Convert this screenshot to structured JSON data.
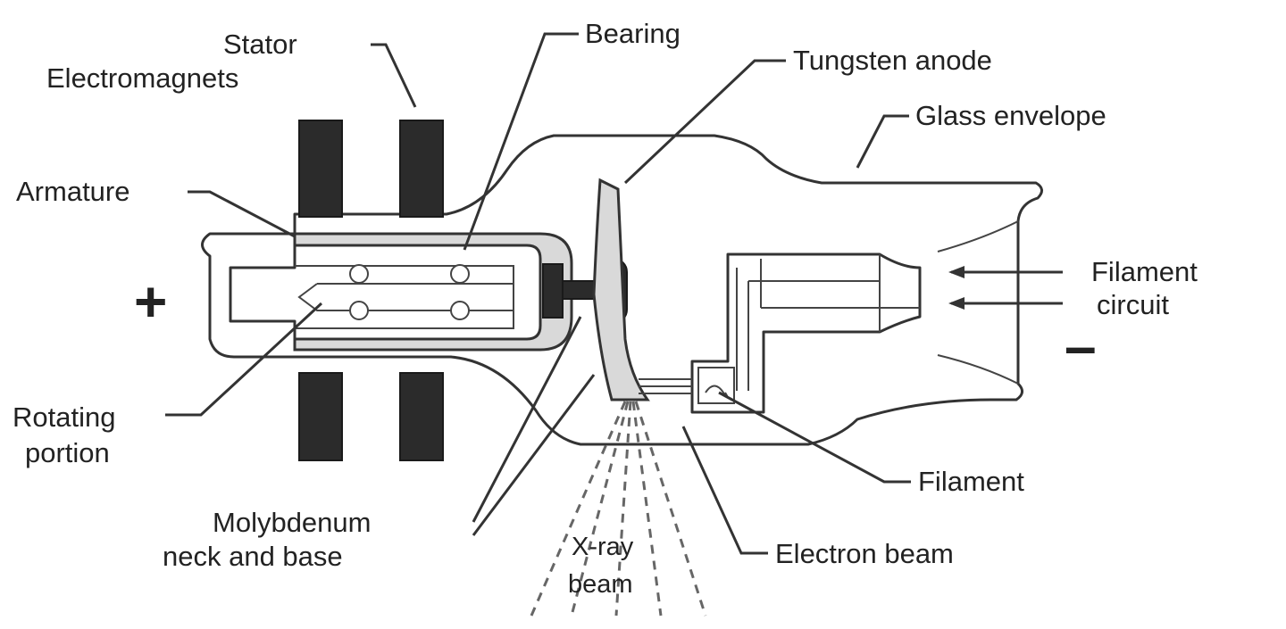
{
  "labels": {
    "stator_line1": "Stator",
    "stator_line2": "Electromagnets",
    "bearing": "Bearing",
    "tungsten_anode": "Tungsten anode",
    "glass_envelope": "Glass envelope",
    "armature": "Armature",
    "filament_circuit_line1": "Filament",
    "filament_circuit_line2": "circuit",
    "rotating_portion_line1": "Rotating",
    "rotating_portion_line2": "portion",
    "filament": "Filament",
    "molybdenum_line1": "Molybdenum",
    "molybdenum_line2": "neck and base",
    "xray_line1": "X-ray",
    "xray_line2": "beam",
    "electron_beam": "Electron beam"
  },
  "symbols": {
    "anode_polarity": "+",
    "cathode_polarity": "–"
  },
  "colors": {
    "ink": "#222222",
    "stator": "#2b2b2b",
    "background": "#ffffff"
  }
}
